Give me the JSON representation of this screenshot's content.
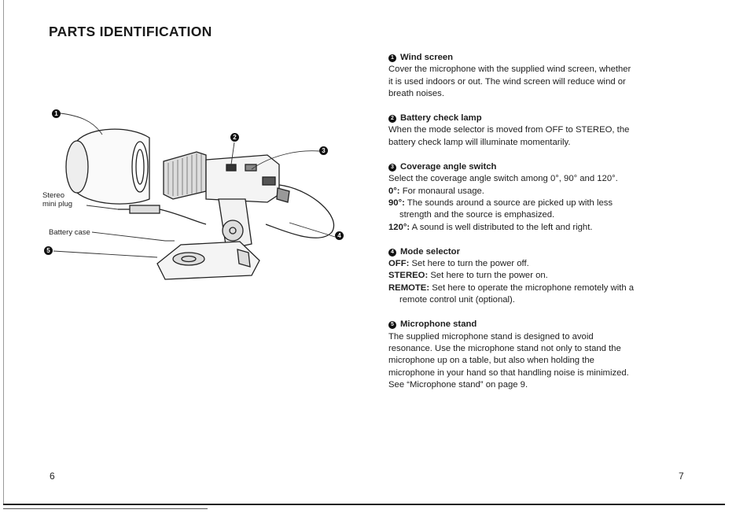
{
  "heading": "PARTS IDENTIFICATION",
  "figure": {
    "labels": {
      "stereo_line1": "Stereo",
      "stereo_line2": "mini plug",
      "battery_case": "Battery case"
    },
    "callouts": [
      "1",
      "2",
      "3",
      "4",
      "5"
    ]
  },
  "parts": [
    {
      "num": "1",
      "title": "Wind screen",
      "lines": [
        "Cover the microphone with the supplied wind screen, whether",
        "it is used indoors or out. The wind screen will reduce wind or",
        "breath noises."
      ]
    },
    {
      "num": "2",
      "title": "Battery check lamp",
      "lines": [
        "When the mode selector is moved from OFF to STEREO, the",
        "battery check lamp will illuminate momentarily."
      ]
    },
    {
      "num": "3",
      "title": "Coverage angle switch",
      "intro": "Select the coverage angle switch among 0°, 90° and 120°.",
      "items": [
        {
          "label": "0°:",
          "text": "For monaural usage."
        },
        {
          "label": "90°:",
          "text": "The sounds around a source are picked up with less",
          "cont": "strength and the source is emphasized."
        },
        {
          "label": "120°:",
          "text": "A sound is well distributed to the left and right."
        }
      ]
    },
    {
      "num": "4",
      "title": "Mode selector",
      "items": [
        {
          "label": "OFF:",
          "text": "Set here to turn the power off."
        },
        {
          "label": "STEREO:",
          "text": "Set here to turn the power on."
        },
        {
          "label": "REMOTE:",
          "text": "Set here to operate the microphone remotely with a",
          "cont": "remote control unit (optional)."
        }
      ]
    },
    {
      "num": "5",
      "title": "Microphone stand",
      "lines": [
        "The supplied microphone stand is designed to avoid",
        "resonance. Use the microphone stand not only to stand the",
        "microphone up on a table, but also when holding the",
        "microphone in your hand so that handling noise is minimized.",
        "See “Microphone stand” on page 9."
      ]
    }
  ],
  "page_numbers": {
    "left": "6",
    "right": "7"
  }
}
